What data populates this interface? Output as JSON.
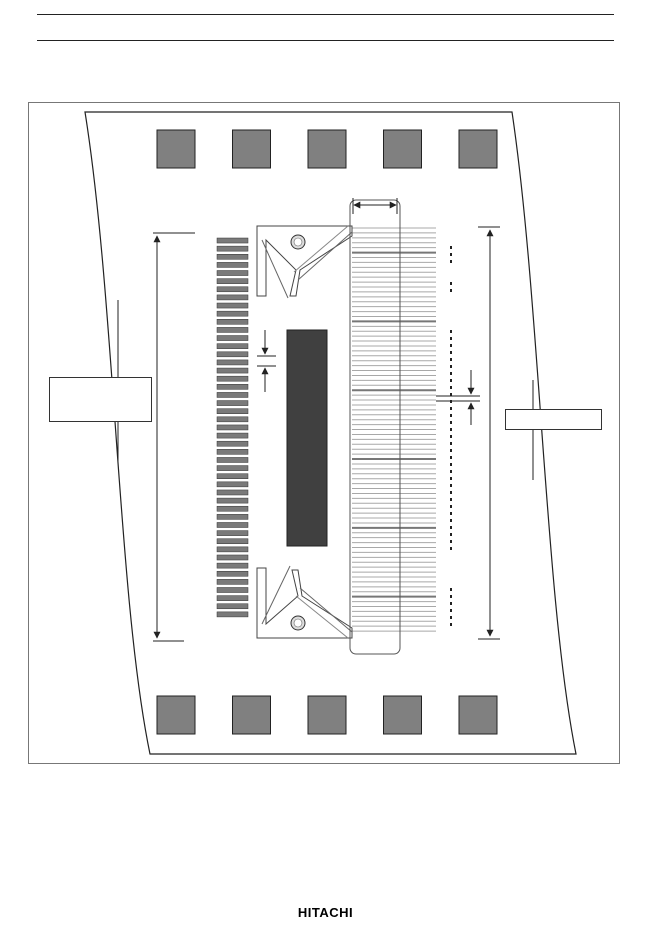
{
  "footer": {
    "brand": "HITACHI"
  },
  "colors": {
    "sprocket_fill": "#808080",
    "chip_fill": "#404040",
    "lead_fill": "#7a7a7a",
    "line": "#222222"
  },
  "tape": {
    "sprocket_holes_per_row": 5,
    "left_output_leads": 47,
    "right_input_leads": 83
  }
}
